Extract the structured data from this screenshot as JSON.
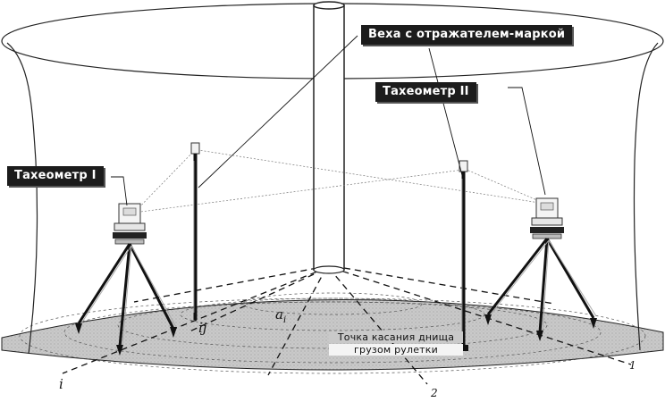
{
  "callouts": {
    "pole": "Веха с отражателем-маркой",
    "station2": "Тахеометр II",
    "station1": "Тахеометр I"
  },
  "bottom_note": {
    "line1": "Точка касания днища",
    "line2": "грузом рулетки"
  },
  "markers": {
    "i_left": "i",
    "ij": "ij",
    "ai": "a",
    "ai_sub": "i",
    "n1": "1",
    "n2": "2"
  }
}
